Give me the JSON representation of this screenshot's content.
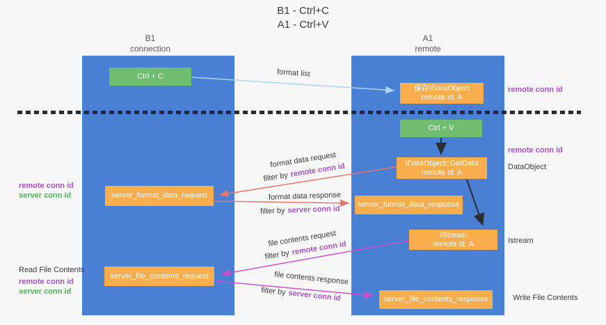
{
  "title": {
    "line1": "B1 - Ctrl+C",
    "line2": "A1 - Ctrl+V"
  },
  "lanes": {
    "left": {
      "title": "B1",
      "subtitle": "connection"
    },
    "right": {
      "title": "A1",
      "subtitle": "remote"
    }
  },
  "boxes": {
    "ctrl_c": "Ctrl + C",
    "ctrl_v": "Ctrl + V",
    "save_dataobject_line1": "保存IDataObject",
    "save_dataobject_line2": "remote id: A",
    "getdata_line1": "IDataObject::GetData",
    "getdata_line2": "remote id: A",
    "istream_line1": "IStream",
    "istream_line2": "remote id: A",
    "format_request": "server_format_data_request",
    "format_response": "server_format_data_response",
    "file_request": "server_file_contents_request",
    "file_response": "server_file_contents_response"
  },
  "arrow_labels": {
    "format_list": "format list",
    "format_data_request": "format data request",
    "format_data_response": "format data response",
    "file_contents_request": "file contents request",
    "file_contents_response": "file contents response",
    "filter_by": "filter by",
    "remote_conn_id": "remote conn id",
    "server_conn_id": "server conn id"
  },
  "side_labels": {
    "remote_conn_id": "remote conn id",
    "server_conn_id": "server conn id",
    "dataobject": "DataObject",
    "istream": "Istream",
    "read_file_contents": "Read File Contents",
    "write_file_contents": "Write File Contents"
  },
  "colors": {
    "lane_blue": "#4a80d4",
    "box_orange": "#f9ad4d",
    "box_green": "#6fbe70",
    "arrow_lightblue": "#a9d4ef",
    "arrow_salmon": "#e8756e",
    "arrow_magenta": "#cc4fcc",
    "arrow_black": "#2d2d2d",
    "text_purple": "#a653c1",
    "text_green": "#53b156"
  }
}
